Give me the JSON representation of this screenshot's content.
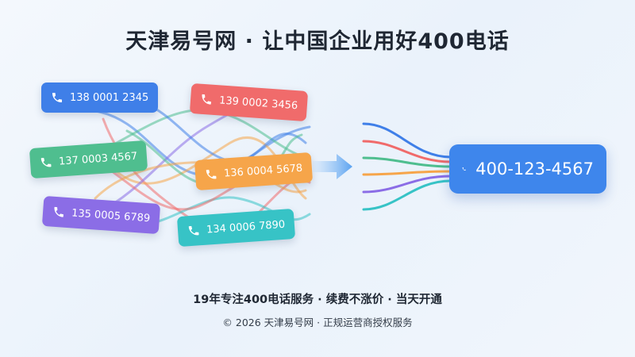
{
  "headline": "天津易号网 · 让中国企业用好400电话",
  "source_numbers": [
    {
      "number": "138 0001 2345",
      "color": "#3f7fe8"
    },
    {
      "number": "139 0002 3456",
      "color": "#f06b6b"
    },
    {
      "number": "137 0003 4567",
      "color": "#4fbe8f"
    },
    {
      "number": "136 0004 5678",
      "color": "#f6a54a"
    },
    {
      "number": "135 0005 6789",
      "color": "#8b6de6"
    },
    {
      "number": "134 0006 7890",
      "color": "#37c3c6"
    }
  ],
  "target_number": {
    "number": "400-123-4567",
    "color": "#3e86ec"
  },
  "icons": {
    "phone": "phone-icon",
    "arrow": "arrow-right-icon"
  },
  "tagline": "19年专注400电话服务 · 续费不涨价 · 当天开通",
  "footer": "© 2026 天津易号网 · 正规运营商授权服务"
}
